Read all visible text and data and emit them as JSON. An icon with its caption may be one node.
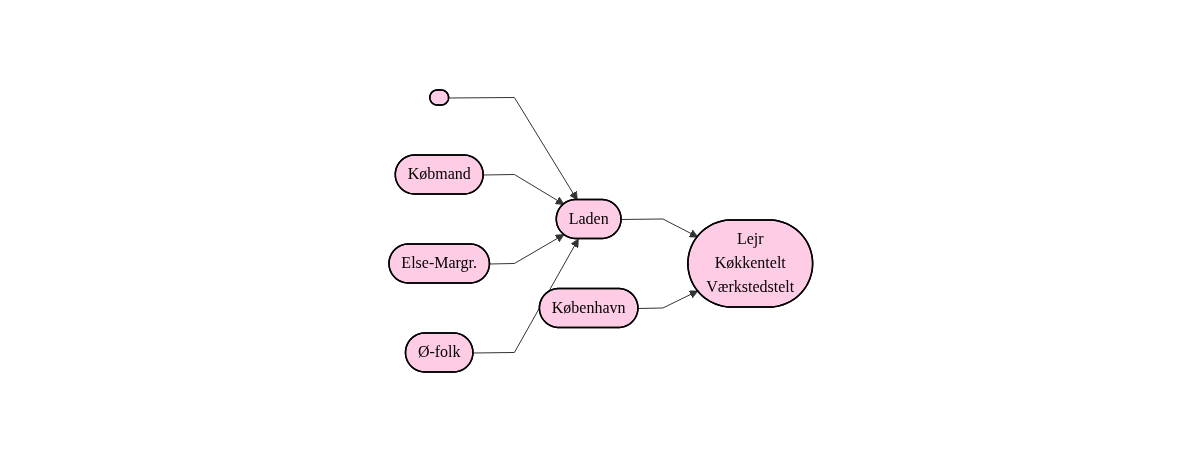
{
  "diagram": {
    "nodes": [
      {
        "text": [],
        "shape": "ellipse"
      },
      {
        "text": [
          "Købmand"
        ]
      },
      {
        "text": [
          "Else-Margr."
        ]
      },
      {
        "text": [
          "København"
        ]
      },
      {
        "text": [
          "Ø-folk"
        ]
      },
      {
        "text": [
          "Laden"
        ]
      },
      {
        "text": [
          "Lejr",
          "Køkkentelt",
          "Værkstedstelt"
        ]
      }
    ],
    "edges": [
      {
        "from": 0,
        "to": 5,
        "arrow": "to"
      },
      {
        "from": 1,
        "to": 5,
        "arrow": "to"
      },
      {
        "from": 2,
        "to": 5,
        "arrow": "to"
      },
      {
        "from": 4,
        "to": 5,
        "arrow": "to"
      },
      {
        "from": 5,
        "to": 6,
        "arrow": "to"
      },
      {
        "from": 3,
        "to": 6,
        "arrow": "to"
      }
    ]
  }
}
